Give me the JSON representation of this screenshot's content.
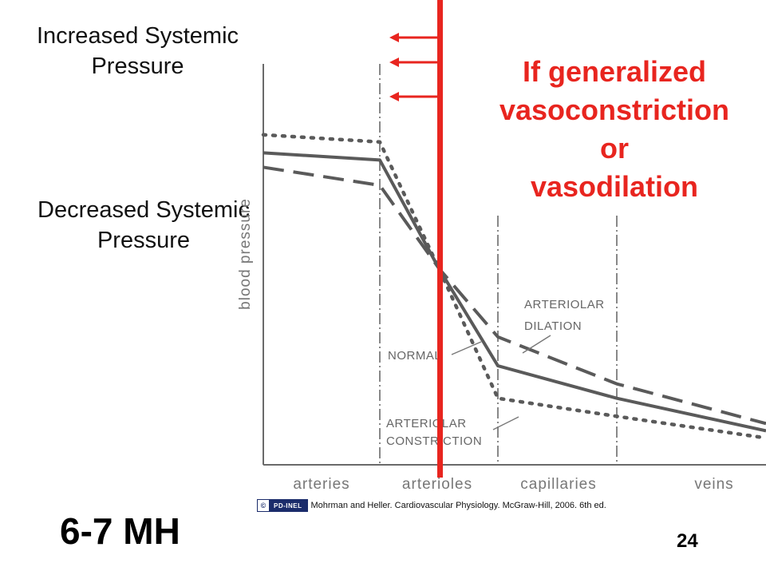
{
  "labels": {
    "increased": [
      "Increased Systemic",
      "Pressure"
    ],
    "decreased": [
      "Decreased Systemic",
      "Pressure"
    ],
    "red_title": [
      "If generalized",
      "vasoconstriction",
      "or",
      "vasodilation"
    ],
    "footer_code": "6-7 MH",
    "page_number": "24",
    "citation": "Mohrman and Heller.  Cardiovascular Physiology. McGraw-Hill, 2006. 6th ed.",
    "license_badge": "PD-INEL",
    "license_icon": "cc-icon"
  },
  "colors": {
    "red": "#e8251f",
    "curve": "#5a5a5a",
    "axis": "#6a6a6a",
    "badge": "#1b2c6b"
  },
  "chart_data": {
    "type": "line",
    "ylabel": "blood pressure",
    "xlabel": "",
    "categories": [
      "arteries",
      "arterioles",
      "capillaries",
      "veins"
    ],
    "x": [
      0,
      1,
      1.5,
      2,
      3,
      4
    ],
    "ylim": [
      0,
      100
    ],
    "grid": false,
    "series": [
      {
        "name": "NORMAL",
        "style": "solid",
        "values": [
          82,
          80,
          50,
          23,
          14,
          5
        ]
      },
      {
        "name": "ARTERIOLAR DILATION",
        "style": "dashed",
        "values": [
          78,
          73,
          50,
          31,
          18,
          7
        ]
      },
      {
        "name": "ARTERIOLAR CONSTRICTION",
        "style": "dotted",
        "values": [
          87,
          85,
          50,
          14,
          9,
          3
        ]
      }
    ],
    "annotations": [
      "NORMAL",
      "ARTERIOLAR DILATION",
      "ARTERIOLAR CONSTRICTION"
    ]
  }
}
